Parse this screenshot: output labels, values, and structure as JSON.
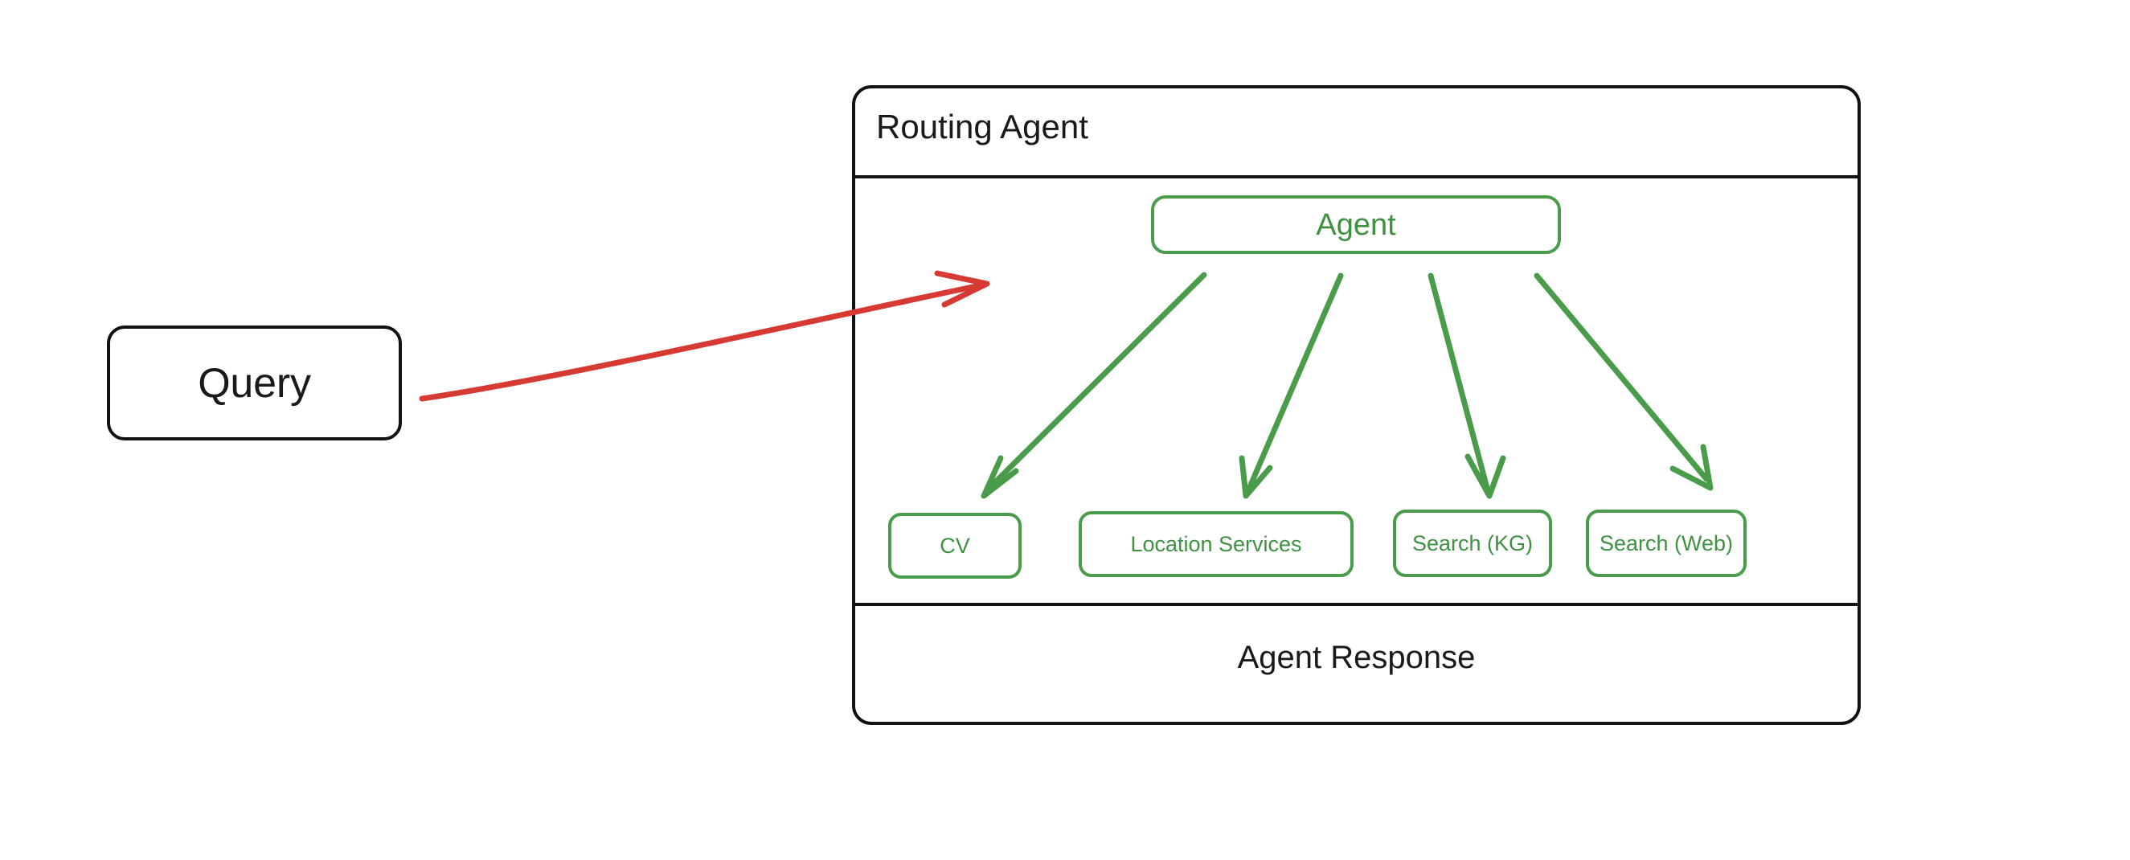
{
  "diagram": {
    "title": "Routing Agent",
    "background_color": "#ffffff",
    "colors": {
      "outline": "#121212",
      "agent_green": "#4a9c4a",
      "query_arrow_red": "#d63a33",
      "text_dark": "#1a1a1a"
    }
  },
  "query": {
    "label": "Query"
  },
  "container": {
    "title": "Routing Agent",
    "response_label": "Agent Response"
  },
  "agent": {
    "label": "Agent"
  },
  "tools": [
    {
      "id": "cv",
      "label": "CV"
    },
    {
      "id": "location-services",
      "label": "Location Services"
    },
    {
      "id": "search-kg",
      "label": "Search (KG)"
    },
    {
      "id": "search-web",
      "label": "Search (Web)"
    }
  ],
  "edges": [
    {
      "id": "query-to-agent",
      "from": "Query",
      "to": "Routing Agent",
      "color": "#d63a33",
      "style": "curved-arrow"
    },
    {
      "id": "agent-to-cv",
      "from": "Agent",
      "to": "CV",
      "color": "#4a9c4a",
      "style": "arrow"
    },
    {
      "id": "agent-to-location-services",
      "from": "Agent",
      "to": "Location Services",
      "color": "#4a9c4a",
      "style": "arrow"
    },
    {
      "id": "agent-to-search-kg",
      "from": "Agent",
      "to": "Search (KG)",
      "color": "#4a9c4a",
      "style": "arrow"
    },
    {
      "id": "agent-to-search-web",
      "from": "Agent",
      "to": "Search (Web)",
      "color": "#4a9c4a",
      "style": "arrow"
    }
  ]
}
